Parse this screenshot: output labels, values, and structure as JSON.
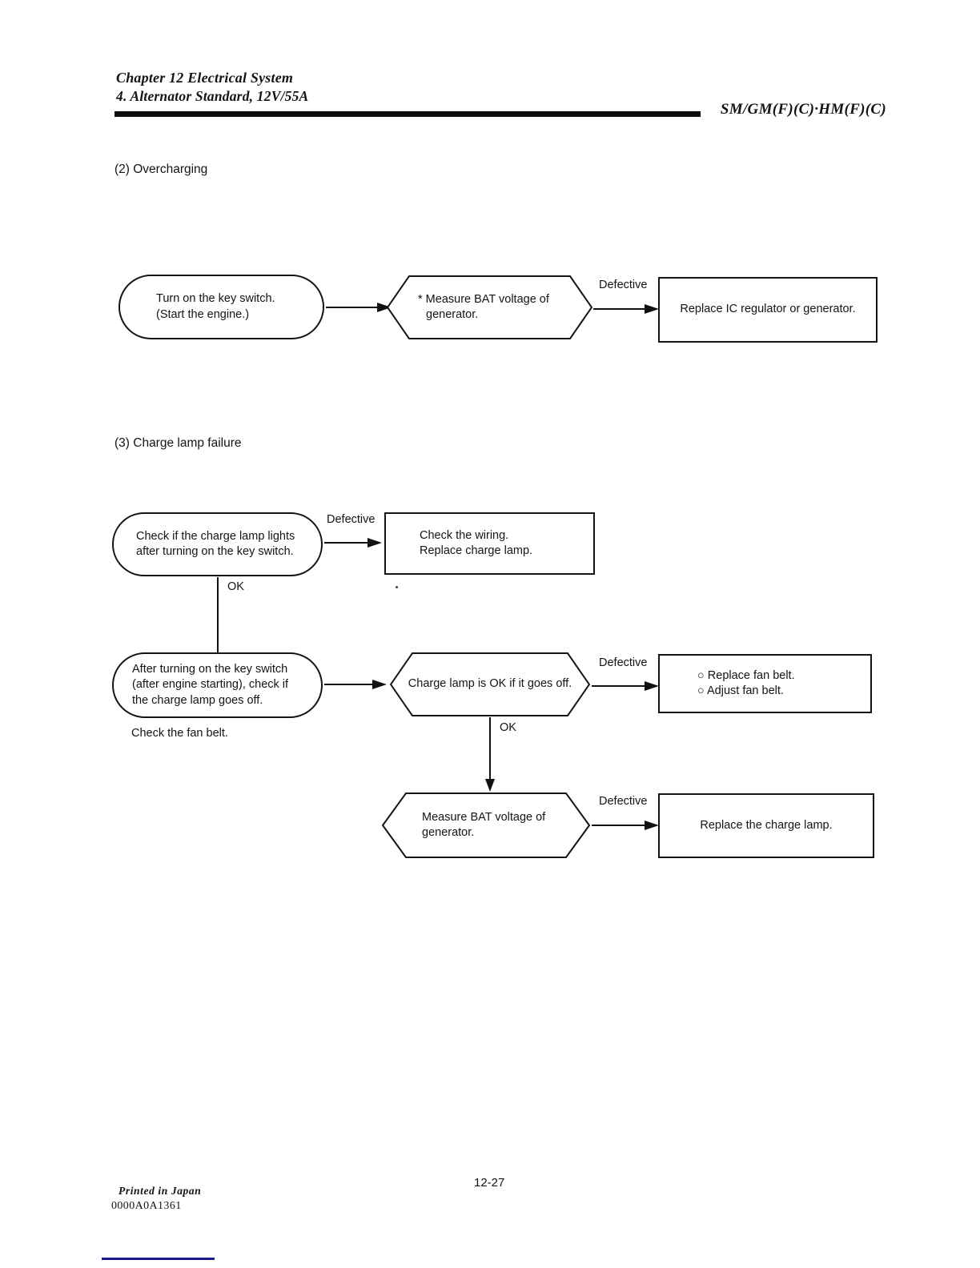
{
  "labels": {
    "defective": "Defective",
    "ok": "OK"
  },
  "header": {
    "chapter": "Chapter 12 Electrical System",
    "subtitle": "4. Alternator Standard, 12V/55A",
    "model_code": "SM/GM(F)(C)·HM(F)(C)"
  },
  "overcharging": {
    "section_label": "(2) Overcharging",
    "start_node": "Turn on the key switch.\n(Start the engine.)",
    "measure_node": "* Measure BAT voltage of\ngenerator.",
    "replace_node": "Replace IC regulator or generator."
  },
  "charge_lamp_failure": {
    "section_label": "(3) Charge lamp failure",
    "check_lights_node": "Check if the charge lamp lights\nafter turning on the key switch.",
    "wiring_node": "Check the wiring.\nReplace charge lamp.",
    "check_goes_off_node": "After turning on the key switch\n(after engine starting), check if\nthe charge lamp goes off.",
    "fan_belt_note": "Check the fan belt.",
    "lamp_ok_node": "Charge lamp is OK if it goes off.",
    "fan_belt_actions_node": "○ Replace fan belt.\n○ Adjust fan belt.",
    "measure_node": "Measure BAT voltage of\ngenerator.",
    "replace_lamp_node": "Replace the charge lamp."
  },
  "footer": {
    "printed_in": "Printed in Japan",
    "doc_code": "0000A0A1361",
    "page_number": "12-27"
  },
  "colors": {
    "ink": "#141414",
    "accent_line": "#1a1a8e"
  }
}
